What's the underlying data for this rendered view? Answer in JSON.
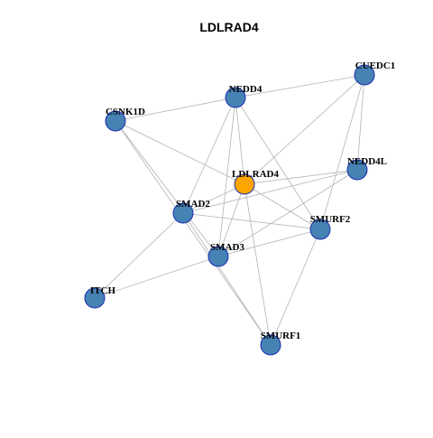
{
  "title": "LDLRAD4",
  "colors": {
    "center": "#ffa500",
    "node": "#4682b4",
    "border": "#1a2fb0",
    "edge": "#b3b3b3"
  },
  "nodes": [
    {
      "id": "LDLRAD4",
      "label": "LDLRAD4",
      "type": "center"
    },
    {
      "id": "CUEDC1",
      "label": "CUEDC1",
      "type": "neighbor"
    },
    {
      "id": "NEDD4",
      "label": "NEDD4",
      "type": "neighbor"
    },
    {
      "id": "CSNK1D",
      "label": "CSNK1D",
      "type": "neighbor"
    },
    {
      "id": "NEDD4L",
      "label": "NEDD4L",
      "type": "neighbor"
    },
    {
      "id": "SMAD2",
      "label": "SMAD2",
      "type": "neighbor"
    },
    {
      "id": "SMURF2",
      "label": "SMURF2",
      "type": "neighbor"
    },
    {
      "id": "SMAD3",
      "label": "SMAD3",
      "type": "neighbor"
    },
    {
      "id": "ITCH",
      "label": "ITCH",
      "type": "neighbor"
    },
    {
      "id": "SMURF1",
      "label": "SMURF1",
      "type": "neighbor"
    }
  ],
  "edges": [
    [
      "CSNK1D",
      "NEDD4"
    ],
    [
      "CSNK1D",
      "LDLRAD4"
    ],
    [
      "CSNK1D",
      "SMAD3"
    ],
    [
      "CSNK1D",
      "SMURF1"
    ],
    [
      "NEDD4",
      "CUEDC1"
    ],
    [
      "NEDD4",
      "SMAD2"
    ],
    [
      "NEDD4",
      "SMAD3"
    ],
    [
      "NEDD4",
      "SMURF2"
    ],
    [
      "NEDD4",
      "LDLRAD4"
    ],
    [
      "CUEDC1",
      "LDLRAD4"
    ],
    [
      "CUEDC1",
      "NEDD4L"
    ],
    [
      "CUEDC1",
      "SMURF2"
    ],
    [
      "LDLRAD4",
      "NEDD4L"
    ],
    [
      "LDLRAD4",
      "SMAD2"
    ],
    [
      "LDLRAD4",
      "SMAD3"
    ],
    [
      "LDLRAD4",
      "SMURF2"
    ],
    [
      "LDLRAD4",
      "SMURF1"
    ],
    [
      "NEDD4L",
      "SMAD2"
    ],
    [
      "NEDD4L",
      "SMAD3"
    ],
    [
      "SMAD2",
      "SMURF2"
    ],
    [
      "SMAD2",
      "ITCH"
    ],
    [
      "SMAD2",
      "SMURF1"
    ],
    [
      "SMAD3",
      "ITCH"
    ],
    [
      "SMAD3",
      "SMURF2"
    ],
    [
      "SMURF2",
      "SMURF1"
    ]
  ]
}
